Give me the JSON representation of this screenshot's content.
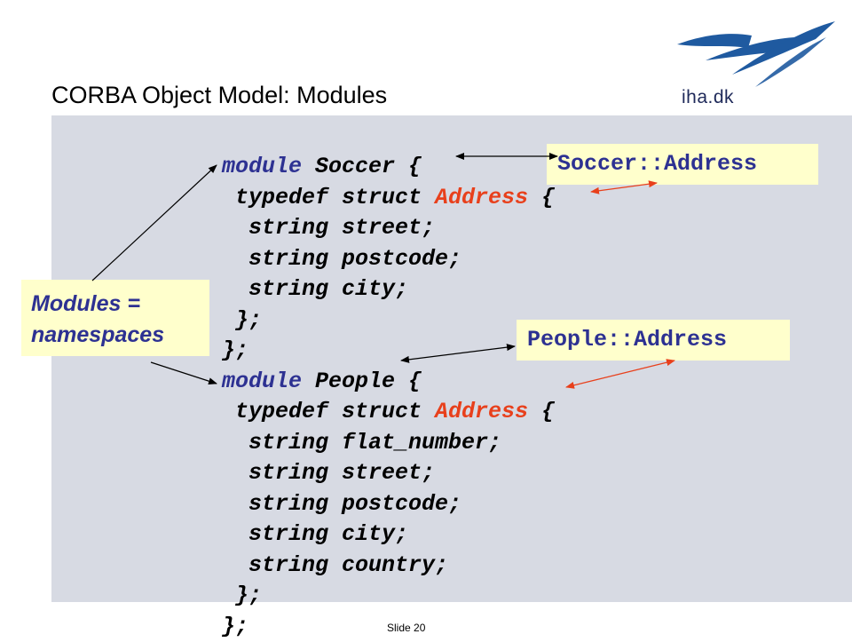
{
  "slide": {
    "title": "CORBA Object Model: Modules",
    "logo_text": "iha.dk",
    "slide_number": "Slide 20",
    "brand_color": "#1f5aa0"
  },
  "code_lines": [
    [
      {
        "t": "module",
        "c": "kw"
      },
      {
        "t": " Soccer {",
        "c": ""
      }
    ],
    [
      {
        "t": " typedef struct ",
        "c": ""
      },
      {
        "t": "Address",
        "c": "type"
      },
      {
        "t": " {",
        "c": ""
      }
    ],
    [
      {
        "t": "  string street;",
        "c": ""
      }
    ],
    [
      {
        "t": "  string postcode;",
        "c": ""
      }
    ],
    [
      {
        "t": "  string city;",
        "c": ""
      }
    ],
    [
      {
        "t": " };",
        "c": ""
      }
    ],
    [
      {
        "t": "};",
        "c": ""
      }
    ],
    [
      {
        "t": "module",
        "c": "kw"
      },
      {
        "t": " People {",
        "c": ""
      }
    ],
    [
      {
        "t": " typedef struct ",
        "c": ""
      },
      {
        "t": "Address",
        "c": "type"
      },
      {
        "t": " {",
        "c": ""
      }
    ],
    [
      {
        "t": "  string flat_number;",
        "c": ""
      }
    ],
    [
      {
        "t": "  string street;",
        "c": ""
      }
    ],
    [
      {
        "t": "  string postcode;",
        "c": ""
      }
    ],
    [
      {
        "t": "  string city;",
        "c": ""
      }
    ],
    [
      {
        "t": "  string country;",
        "c": ""
      }
    ],
    [
      {
        "t": " };",
        "c": ""
      }
    ],
    [
      {
        "t": "};",
        "c": ""
      }
    ]
  ],
  "callouts": {
    "soccer": "Soccer::Address",
    "people": "People::Address",
    "modules_line1": "Modules =",
    "modules_line2": "namespaces"
  }
}
